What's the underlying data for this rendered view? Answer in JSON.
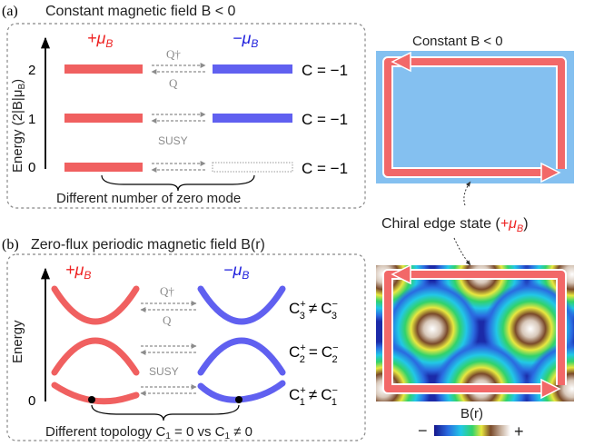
{
  "panel_a": {
    "tag": "(a)",
    "title": "Constant magnetic field B < 0",
    "plus_label": "+μ",
    "minus_label": "−μ",
    "subscript_B": "B",
    "y_axis_label": "Energy (2|B|μ",
    "y_axis_sub": "B",
    "y_axis_close": ")",
    "ticks": [
      "2",
      "1",
      "0"
    ],
    "dagger_op": "Q†",
    "op": "Q",
    "susy": "SUSY",
    "chern": [
      "C = −1",
      "C = −1",
      "C = −1"
    ],
    "footer": "Different number of zero mode"
  },
  "panel_b": {
    "tag": "(b)",
    "title": "Zero-flux periodic magnetic field B(r)",
    "plus_label": "+μ",
    "minus_label": "−μ",
    "subscript_B": "B",
    "y_axis_label": "Energy",
    "tick_zero": "0",
    "dagger_op": "Q†",
    "op": "Q",
    "susy": "SUSY",
    "chern_rows": [
      {
        "left": "C",
        "sup_l": "+",
        "sub_l": "3",
        "rel": "≠",
        "right": "C",
        "sup_r": "−",
        "sub_r": "3"
      },
      {
        "left": "C",
        "sup_l": "+",
        "sub_l": "2",
        "rel": "=",
        "right": "C",
        "sup_r": "−",
        "sub_r": "2"
      },
      {
        "left": "C",
        "sup_l": "+",
        "sub_l": "1",
        "rel": "≠",
        "right": "C",
        "sup_r": "−",
        "sub_r": "1"
      }
    ],
    "footer_pre": "Different topology C",
    "footer_sub1": "1",
    "footer_mid": " = 0 vs C",
    "footer_sub2": "1",
    "footer_post": " ≠ 0"
  },
  "right": {
    "top_title": "Constant B < 0",
    "chiral_pre": "Chiral edge state (",
    "chiral_mu": "+μ",
    "chiral_sub": "B",
    "chiral_post": ")",
    "colorbar_label": "B(r)",
    "colorbar_minus": "−",
    "colorbar_plus": "+"
  },
  "colors": {
    "plus_red": "#f06060",
    "minus_blue": "#6060f0",
    "label_red": "#ee2222",
    "label_blue": "#2222dd",
    "gray": "#8c8c8c",
    "constant_panel_bg": "#84c0f0",
    "edge_state": "#f26868"
  }
}
